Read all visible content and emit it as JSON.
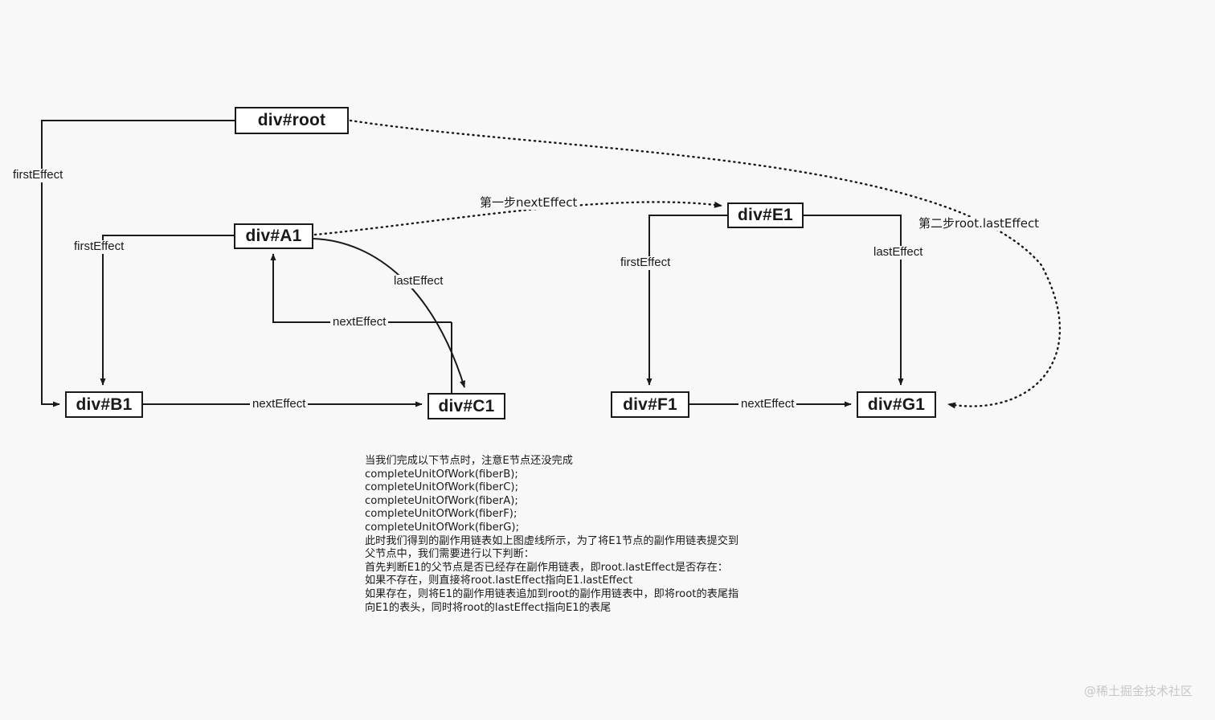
{
  "background_color": "#f8f8f8",
  "line_color": "#1a1a1a",
  "nodes": [
    {
      "id": "root",
      "label": "div#root"
    },
    {
      "id": "A1",
      "label": "div#A1"
    },
    {
      "id": "B1",
      "label": "div#B1"
    },
    {
      "id": "C1",
      "label": "div#C1"
    },
    {
      "id": "E1",
      "label": "div#E1"
    },
    {
      "id": "F1",
      "label": "div#F1"
    },
    {
      "id": "G1",
      "label": "div#G1"
    }
  ],
  "edge_labels": {
    "root_first_effect": "firstEffect",
    "a1_first_effect": "firstEffect",
    "a1_last_effect": "lastEffect",
    "c1_next_effect_to_a1": "nextEffect",
    "b1_next_effect_to_c1": "nextEffect",
    "step_one_next_effect": "第一步nextEffect",
    "step_two_root_last_effect": "第二步root.lastEffect",
    "e1_first_effect": "firstEffect",
    "e1_last_effect": "lastEffect",
    "f1_next_effect_to_g1": "nextEffect"
  },
  "note": {
    "lines": [
      "当我们完成以下节点时，注意E节点还没完成",
      "completeUnitOfWork(fiberB);",
      "completeUnitOfWork(fiberC);",
      "completeUnitOfWork(fiberA);",
      "completeUnitOfWork(fiberF);",
      "completeUnitOfWork(fiberG);",
      "此时我们得到的副作用链表如上图虚线所示，为了将E1节点的副作用链表提交到",
      "父节点中，我们需要进行以下判断：",
      "首先判断E1的父节点是否已经存在副作用链表，即root.lastEffect是否存在：",
      "如果不存在，则直接将root.lastEffect指向E1.lastEffect",
      "如果存在，则将E1的副作用链表追加到root的副作用链表中，即将root的表尾指",
      "向E1的表头，同时将root的lastEffect指向E1的表尾"
    ]
  },
  "watermark": "@稀土掘金技术社区"
}
